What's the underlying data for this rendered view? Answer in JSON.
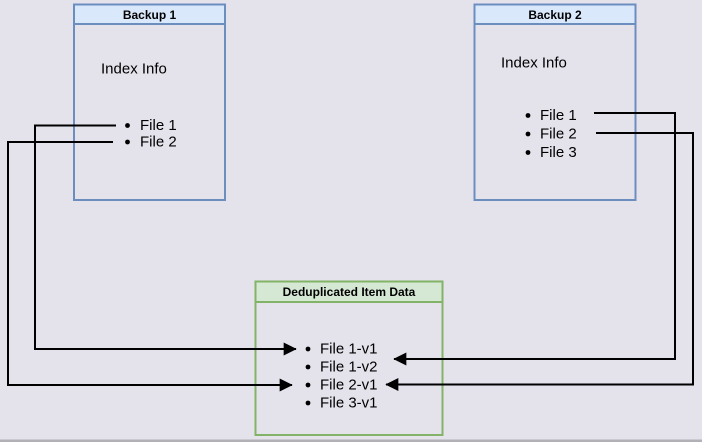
{
  "canvas": {
    "background_color": "#e4e3ec",
    "bottom_edge_color": "#b2b2b6"
  },
  "colors": {
    "backup_box_fill": "#dae8fc",
    "backup_box_stroke": "#6c8ebf",
    "dedup_box_fill": "#d5e8d4",
    "dedup_box_stroke": "#82b366",
    "connector": "#000000",
    "text": "#000000"
  },
  "backup1": {
    "title": "Backup 1",
    "subtitle": "Index Info",
    "items": [
      "File 1",
      "File 2"
    ]
  },
  "backup2": {
    "title": "Backup 2",
    "subtitle": "Index Info",
    "items": [
      "File 1",
      "File 2",
      "File 3"
    ]
  },
  "dedup": {
    "title": "Deduplicated Item Data",
    "items": [
      "File 1-v1",
      "File 1-v2",
      "File 2-v1",
      "File 3-v1"
    ]
  },
  "connections": [
    {
      "from": "Backup 1 / File 1",
      "to": "File 1-v1"
    },
    {
      "from": "Backup 1 / File 2",
      "to": "File 2-v1"
    },
    {
      "from": "Backup 2 / File 1",
      "to": "File 1-v2"
    },
    {
      "from": "Backup 2 / File 2",
      "to": "File 2-v1"
    }
  ]
}
